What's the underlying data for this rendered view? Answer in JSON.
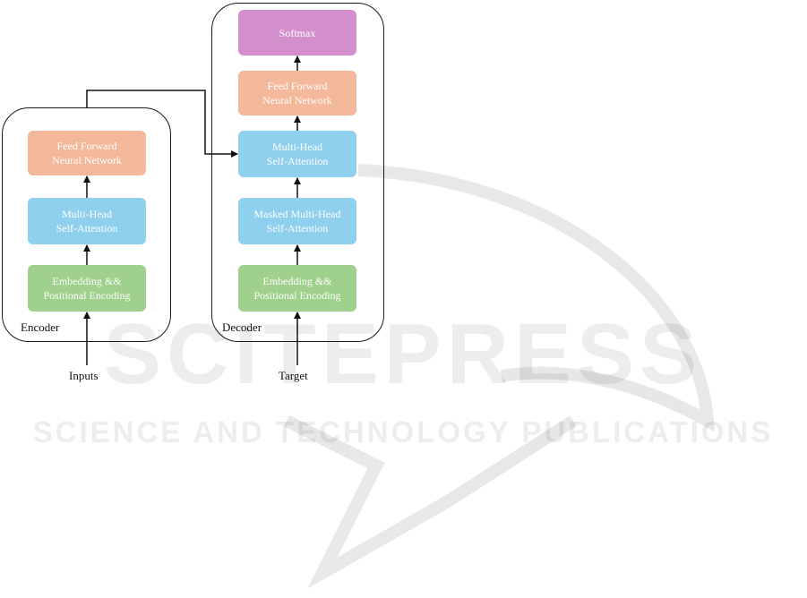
{
  "watermark": {
    "brand": "SCITEPRESS",
    "tagline": "SCIENCE AND TECHNOLOGY PUBLICATIONS"
  },
  "colors": {
    "feed_forward": "#f4b89a",
    "attention": "#8fd0ee",
    "embedding": "#9fd08c",
    "softmax": "#d28fcb"
  },
  "encoder": {
    "label": "Encoder",
    "blocks": {
      "feed_forward": "Feed Forward\nNeural Network",
      "attention": "Multi-Head\nSelf-Attention",
      "embedding": "Embedding &&\nPositional Encoding"
    },
    "input_label": "Inputs"
  },
  "decoder": {
    "label": "Decoder",
    "blocks": {
      "softmax": "Softmax",
      "feed_forward": "Feed Forward\nNeural Network",
      "cross_attention": "Multi-Head\nSelf-Attention",
      "masked_attention": "Masked Multi-Head\nSelf-Attention",
      "embedding": "Embedding &&\nPositional Encoding"
    },
    "input_label": "Target"
  }
}
